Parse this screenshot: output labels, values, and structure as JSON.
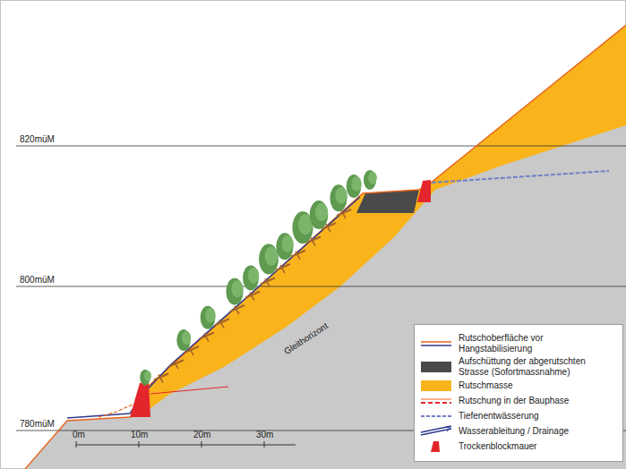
{
  "diagram": {
    "labels": [
      "820müM",
      "800müM",
      "780müM",
      "Gleithorizont",
      "0m",
      "10m",
      "20m",
      "30m"
    ],
    "legend": [
      {
        "text": "Rutschoberfläche vor Hangstabilisierung"
      },
      {
        "text": "Aufschüttung der abgerutschten Strasse (Sofortmassnahme)",
        "color": "#4a4a4a"
      },
      {
        "text": "Rutschmasse",
        "color": "#f9b41c"
      },
      {
        "text": "Rutschung in der Bauphase"
      },
      {
        "text": "Tiefenentwässerung"
      },
      {
        "text": "Wasserableitung / Drainage"
      },
      {
        "text": "Trockenblockmauer",
        "color": "#e3262b"
      }
    ]
  }
}
